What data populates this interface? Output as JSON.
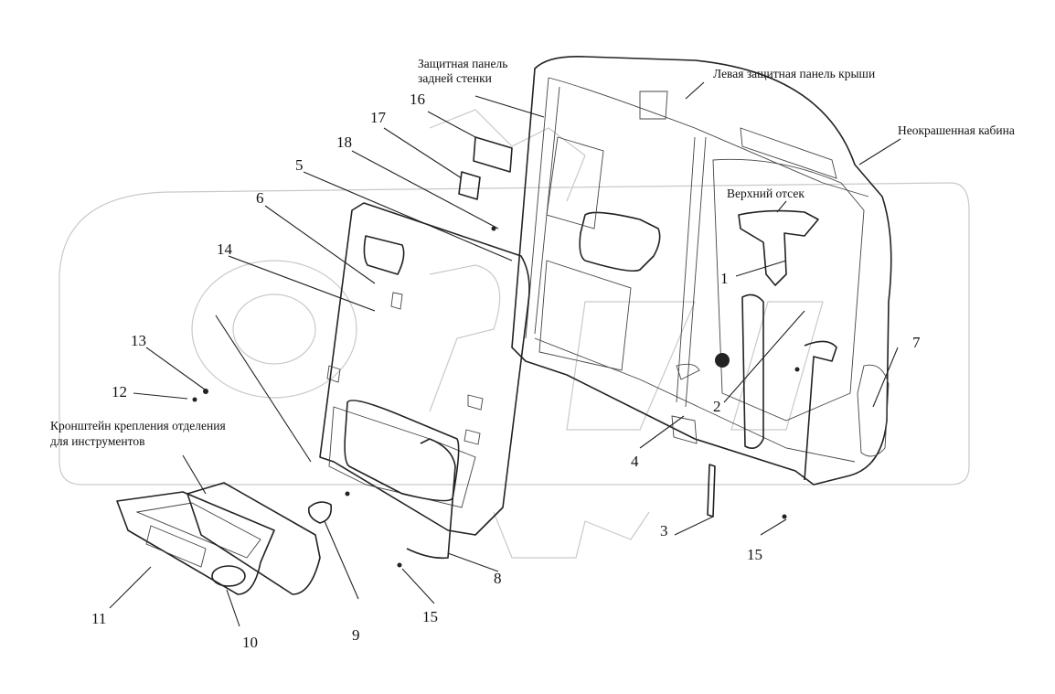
{
  "labels": {
    "rear_panel": [
      "Защитная панель",
      "задней стенки"
    ],
    "left_roof_panel": "Левая защитная панель крыши",
    "unpainted_cab": "Неокрашенная кабина",
    "upper_compartment": "Верхний отсек",
    "tool_bracket": [
      "Кронштейн крепления отделения",
      "для инструментов"
    ]
  },
  "callouts": [
    "1",
    "2",
    "3",
    "4",
    "5",
    "6",
    "7",
    "8",
    "9",
    "10",
    "11",
    "12",
    "13",
    "14",
    "15",
    "15",
    "16",
    "17",
    "18"
  ]
}
